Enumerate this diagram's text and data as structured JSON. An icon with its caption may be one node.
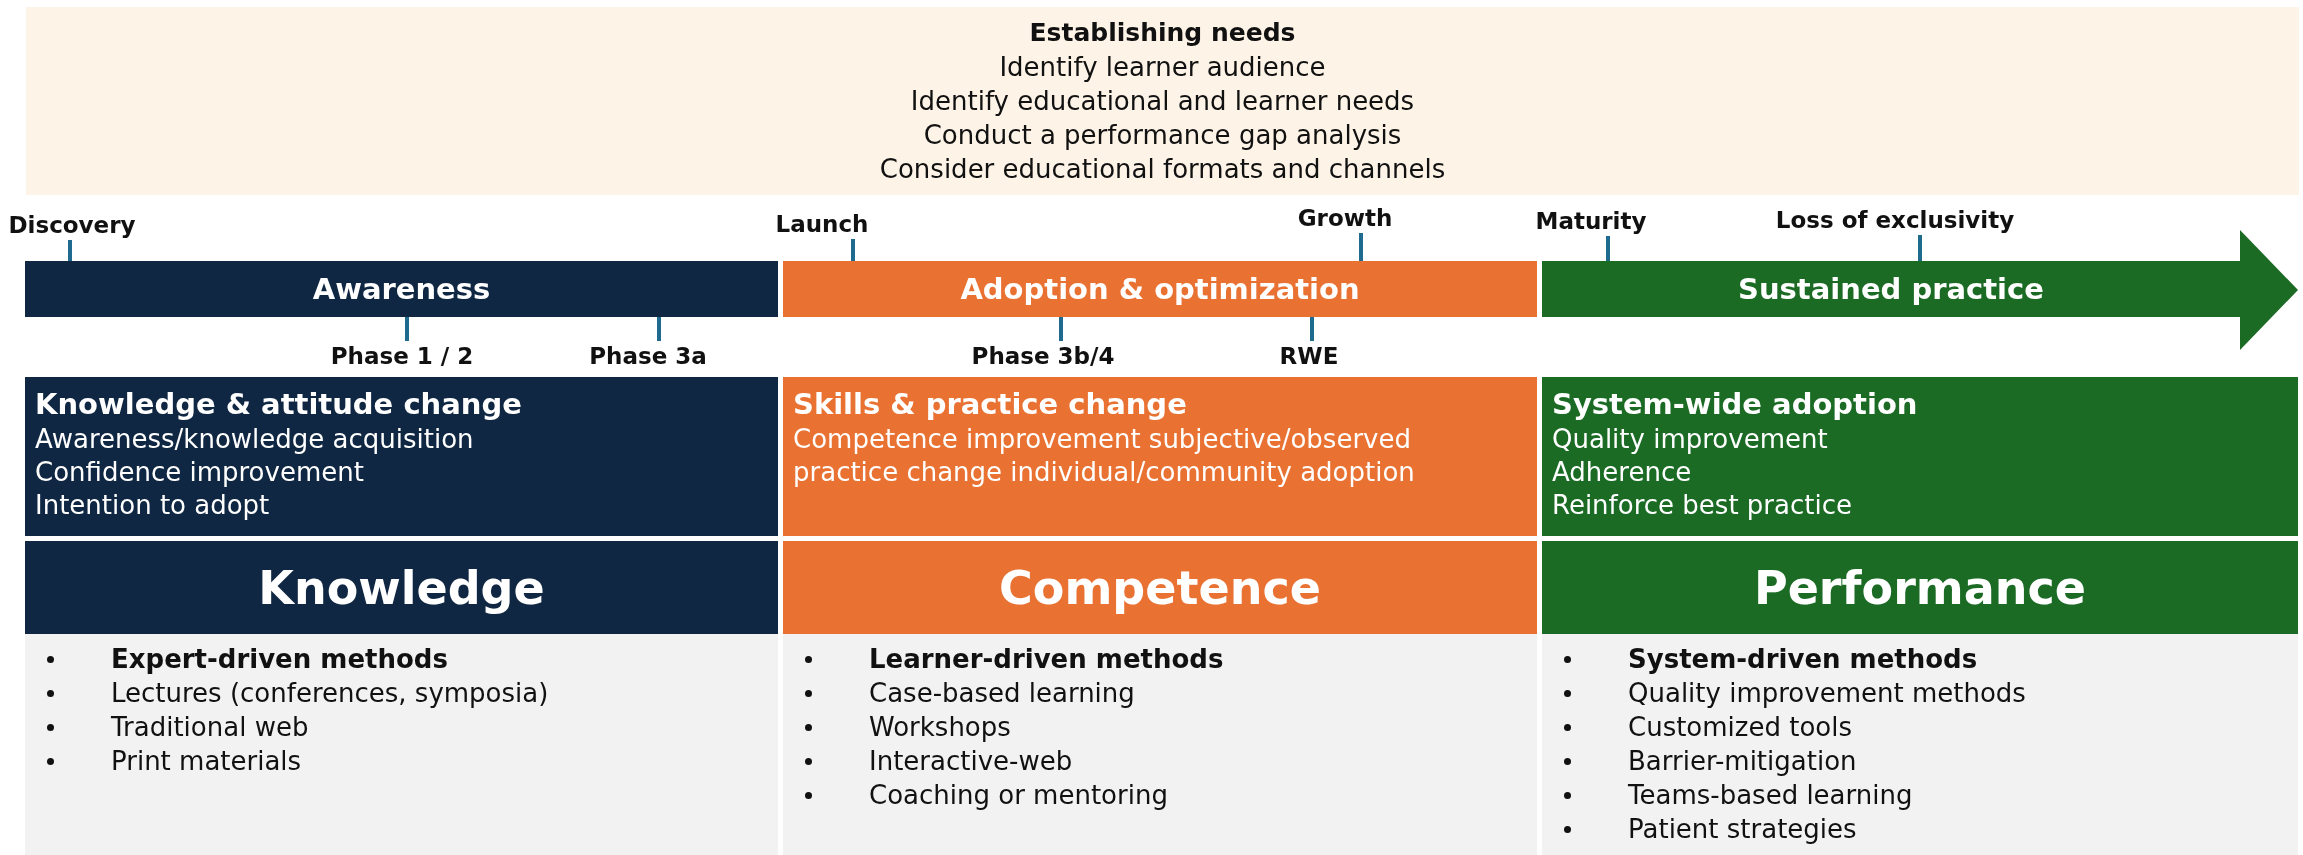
{
  "diagram": {
    "nodes": [
      {
        "text": [
          "Establishing needs",
          "Identify learner audience",
          "Identify educational and learner needs",
          "Conduct a performance gap analysis",
          "Consider educational formats and channels"
        ]
      },
      {
        "text": [
          "Awareness"
        ]
      },
      {
        "text": [
          "Adoption & optimization"
        ]
      },
      {
        "text": [
          "Sustained practice"
        ]
      },
      {
        "text": [
          "Knowledge & attitude change",
          "Awareness/knowledge acquisition",
          "Confidence improvement",
          "Intention to adopt"
        ]
      },
      {
        "text": [
          "Skills & practice change",
          "Competence improvement subjective/observed",
          "practice change individual/community adoption"
        ]
      },
      {
        "text": [
          "System-wide adoption",
          "Quality improvement",
          "Adherence",
          "Reinforce best practice"
        ]
      },
      {
        "text": [
          "Knowledge"
        ]
      },
      {
        "text": [
          "Competence"
        ]
      },
      {
        "text": [
          "Performance"
        ]
      },
      {
        "text": [
          "Expert-driven methods",
          "Lectures (conferences, symposia)",
          "Traditional web",
          "Print materials"
        ]
      },
      {
        "text": [
          "Learner-driven methods",
          "Case-based learning",
          "Workshops",
          "Interactive-web",
          "Coaching or mentoring"
        ]
      },
      {
        "text": [
          "System-driven methods",
          "Quality improvement methods",
          "Customized tools",
          "Barrier-mitigation",
          "Teams-based learning",
          "Patient strategies"
        ]
      },
      {
        "text": [
          "Discovery"
        ]
      },
      {
        "text": [
          "Launch"
        ]
      },
      {
        "text": [
          "Growth"
        ]
      },
      {
        "text": [
          "Maturity"
        ]
      },
      {
        "text": [
          "Loss of exclusivity"
        ]
      },
      {
        "text": [
          "Phase 1 / 2"
        ]
      },
      {
        "text": [
          "Phase 3a"
        ]
      },
      {
        "text": [
          "Phase 3b/4"
        ]
      },
      {
        "text": [
          "RWE"
        ]
      }
    ],
    "edges": [
      {
        "from": 13,
        "to": 1,
        "arrow": "none"
      },
      {
        "from": 14,
        "to": 2,
        "arrow": "none"
      },
      {
        "from": 15,
        "to": 2,
        "arrow": "none"
      },
      {
        "from": 16,
        "to": 3,
        "arrow": "none"
      },
      {
        "from": 17,
        "to": 3,
        "arrow": "none"
      },
      {
        "from": 18,
        "to": 1,
        "arrow": "none"
      },
      {
        "from": 19,
        "to": 1,
        "arrow": "none"
      },
      {
        "from": 20,
        "to": 2,
        "arrow": "none"
      },
      {
        "from": 21,
        "to": 2,
        "arrow": "none"
      }
    ]
  }
}
